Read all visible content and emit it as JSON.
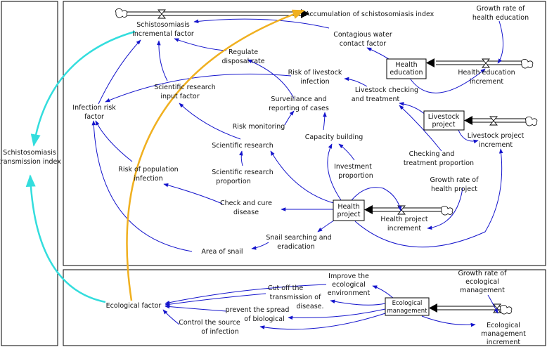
{
  "colors": {
    "link": "#1515cc",
    "transmission": "#33dddd",
    "accumulation": "#f0b020",
    "flow": "#000000"
  },
  "labels": {
    "accumulation_index": "Accumulation of schistosomiasis index",
    "incremental_factor_1": "Schistosomiasis",
    "incremental_factor_2": "incremental factor",
    "contagious_1": "Contagious water",
    "contagious_2": "contact factor",
    "growth_health_edu_1": "Growth rate of",
    "growth_health_edu_2": "health education",
    "health_education_1": "Health",
    "health_education_2": "education",
    "health_edu_increment_1": "Health education",
    "health_edu_increment_2": "increment",
    "regulate_1": "Regulate",
    "regulate_2": "disposal rate",
    "risk_livestock_1": "Risk of livestock",
    "risk_livestock_2": "infection",
    "sci_input_1": "Scientific research",
    "sci_input_2": "input factor",
    "infection_risk_1": "Infection risk",
    "infection_risk_2": "factor",
    "surveillance_1": "Surveillance and",
    "surveillance_2": "reporting of cases",
    "livestock_check_1": "Livestock checking",
    "livestock_check_2": "and treatment",
    "livestock_project_1": "Livestock",
    "livestock_project_2": "project",
    "livestock_increment_1": "Livestock project",
    "livestock_increment_2": "increment",
    "risk_monitoring": "Risk monitoring",
    "capacity_building": "Capacity building",
    "transmission_index_1": "Schistosomiasis",
    "transmission_index_2": "transmission index",
    "scientific_research": "Scientific research",
    "checking_proportion_1": "Checking and",
    "checking_proportion_2": "treatment proportion",
    "investment_1": "Investment",
    "investment_2": "proportion",
    "risk_population_1": "Risk of population",
    "risk_population_2": "infection",
    "sci_proportion_1": "Scientific research",
    "sci_proportion_2": "proportion",
    "growth_health_proj_1": "Growth rate of",
    "growth_health_proj_2": "health project",
    "check_cure_1": "Check and cure",
    "check_cure_2": "disease",
    "health_project_1": "Health",
    "health_project_2": "project",
    "health_proj_increment_1": "Health project",
    "health_proj_increment_2": "increment",
    "snail_searching_1": "Snail searching and",
    "snail_searching_2": "eradication",
    "area_snail": "Area of snail",
    "improve_1": "Improve the",
    "improve_2": "ecological",
    "improve_3": "environment",
    "growth_eco_1": "Growth rate of",
    "growth_eco_2": "ecological",
    "growth_eco_3": "management",
    "cutoff_1": "Cut off the",
    "cutoff_2": "transmission of",
    "cutoff_3": "disease.",
    "eco_management_1": "Ecological",
    "eco_management_2": "management",
    "ecological_factor": "Ecological factor",
    "prevent_1": "prevent the spread",
    "prevent_2": "of biological",
    "control_1": "Control the source",
    "control_2": "of infection",
    "eco_increment_1": "Ecological",
    "eco_increment_2": "management",
    "eco_increment_3": "increment"
  }
}
